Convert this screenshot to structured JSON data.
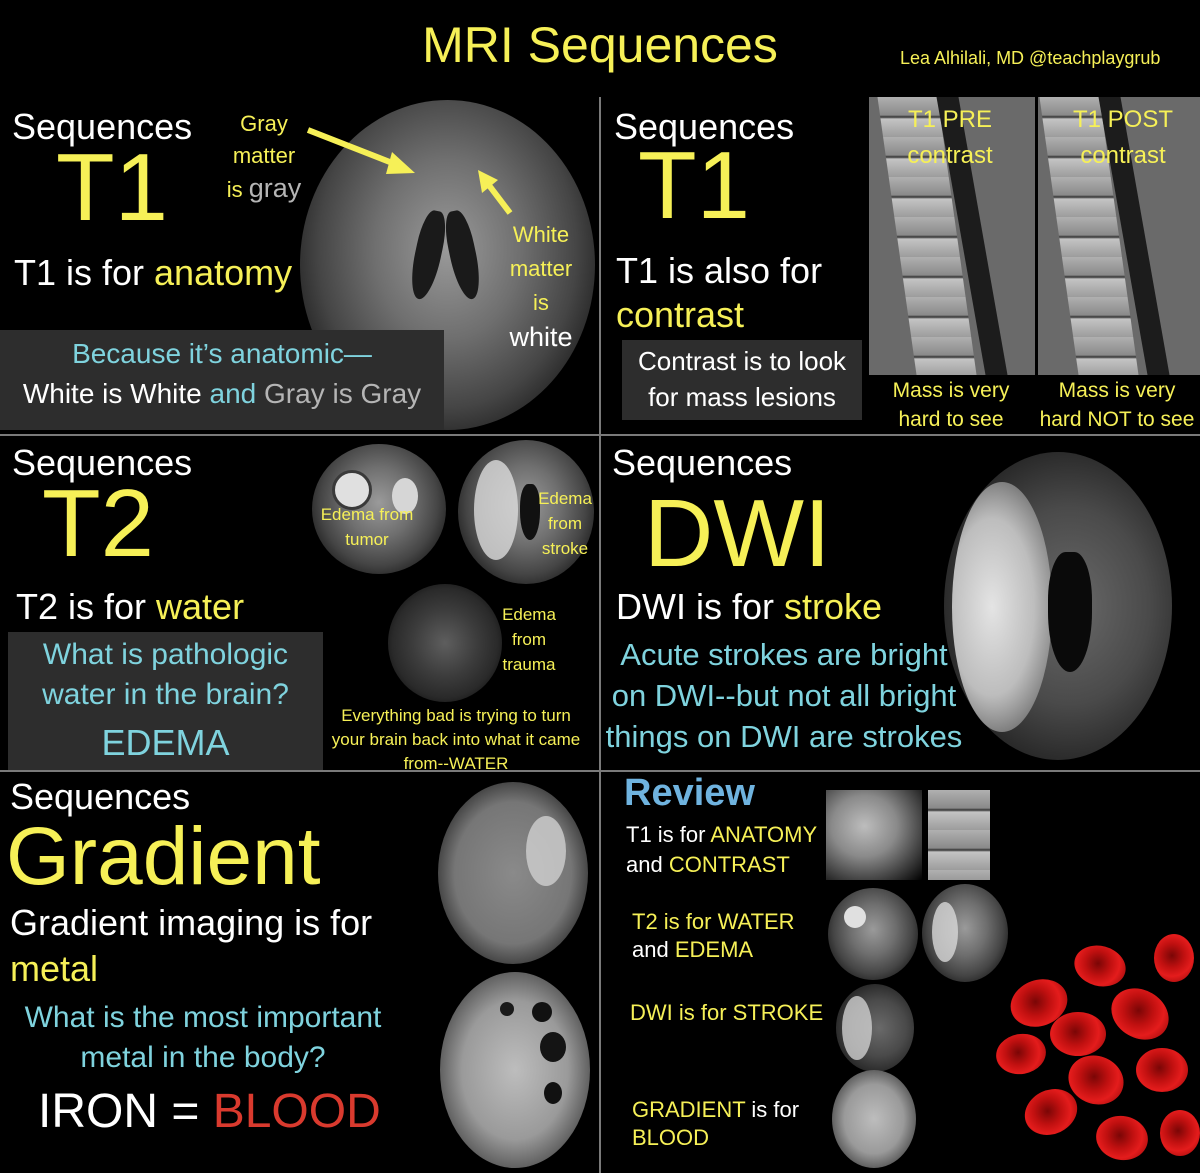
{
  "header": {
    "title": "MRI Sequences",
    "author": "Lea Alhilali, MD @teachplaygrub"
  },
  "panel_t1_anatomy": {
    "sequences": "Sequences",
    "heading": "T1",
    "line_prefix": "T1 is for ",
    "line_highlight": "anatomy",
    "gray_label_line1": "Gray",
    "gray_label_line2": "matter",
    "gray_label_line3_prefix": "is ",
    "gray_label_line3_word": "gray",
    "white_label_line1": "White",
    "white_label_line2": "matter",
    "white_label_line3": "is",
    "white_label_line4": "white",
    "box_line1": "Because it’s anatomic—",
    "box_line2_a": "White is White",
    "box_line2_b": " and ",
    "box_line2_c": "Gray is Gray"
  },
  "panel_t1_contrast": {
    "sequences": "Sequences",
    "heading": "T1",
    "line1": "T1 is also for",
    "line2": "contrast",
    "box_line1": "Contrast is to look",
    "box_line2": "for mass lesions",
    "pre_label_1": "T1 PRE",
    "pre_label_2": "contrast",
    "post_label_1": "T1 POST",
    "post_label_2": "contrast",
    "caption_pre_1": "Mass is very",
    "caption_pre_2": "hard to see",
    "caption_post_1": "Mass is very",
    "caption_post_2": "hard NOT to see"
  },
  "panel_t2": {
    "sequences": "Sequences",
    "heading": "T2",
    "line_prefix": "T2 is for ",
    "line_highlight": "water",
    "box_line1": "What is pathologic",
    "box_line2": "water in the brain?",
    "box_answer": "EDEMA",
    "tumor_label_1": "Edema from",
    "tumor_label_2": "tumor",
    "stroke_label_1": "Edema",
    "stroke_label_2": "from",
    "stroke_label_3": "stroke",
    "trauma_label_1": "Edema",
    "trauma_label_2": "from",
    "trauma_label_3": "trauma",
    "quote_1": "Everything bad is trying to turn",
    "quote_2": "your brain back into what it came",
    "quote_3": "from--WATER"
  },
  "panel_dwi": {
    "sequences": "Sequences",
    "heading": "DWI",
    "line_prefix": "DWI is for ",
    "line_highlight": "stroke",
    "note_1": "Acute strokes are bright",
    "note_2": "on DWI--but not all bright",
    "note_3": "things on DWI are strokes"
  },
  "panel_gradient": {
    "sequences": "Sequences",
    "heading": "Gradient",
    "line1": "Gradient imaging is for",
    "line2": "metal",
    "question_1": "What is the most important",
    "question_2": "metal in the body?",
    "answer_a": "IRON = ",
    "answer_b": "BLOOD"
  },
  "panel_review": {
    "title": "Review",
    "t1_a": "T1 is for ",
    "t1_b": "ANATOMY",
    "t1_c": "and ",
    "t1_d": "CONTRAST",
    "t2_a": "T2 is for ",
    "t2_b": "WATER",
    "t2_c": "and ",
    "t2_d": "EDEMA",
    "dwi_a": "DWI is for ",
    "dwi_b": "STROKE",
    "grad_a": "GRADIENT",
    "grad_b": " is for",
    "grad_c": "BLOOD"
  },
  "colors": {
    "background": "#000000",
    "accent_yellow": "#f6f057",
    "accent_cyan": "#7fd3de",
    "accent_red": "#d93a2e",
    "review_blue": "#6fb3df",
    "box_gray": "#2d2d2d"
  }
}
